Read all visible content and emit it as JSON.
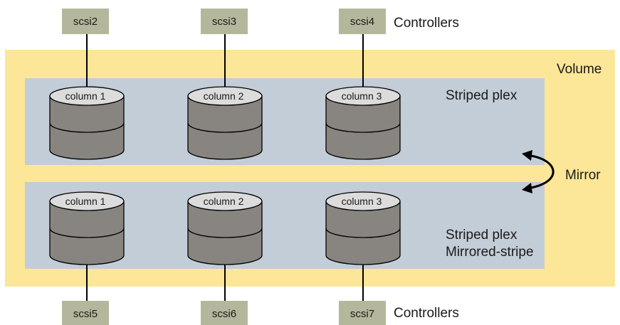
{
  "volume": {
    "label": "Volume"
  },
  "top_plex": {
    "label": "Striped plex",
    "columns": [
      "column 1",
      "column 2",
      "column 3"
    ],
    "controllers": [
      "scsi2",
      "scsi3",
      "scsi4"
    ],
    "controllers_label": "Controllers"
  },
  "bottom_plex": {
    "label_line1": "Striped plex",
    "label_line2": "Mirrored-stripe",
    "columns": [
      "column 1",
      "column 2",
      "column 3"
    ],
    "controllers": [
      "scsi5",
      "scsi6",
      "scsi7"
    ],
    "controllers_label": "Controllers"
  },
  "mirror": {
    "label": "Mirror"
  },
  "colors": {
    "volume_fill": "#fce697",
    "plex_fill": "#c3cdd7",
    "controller_fill": "#b5b79c",
    "disk_body": "#888581",
    "disk_top": "#dcdcdc",
    "line": "#000000"
  }
}
